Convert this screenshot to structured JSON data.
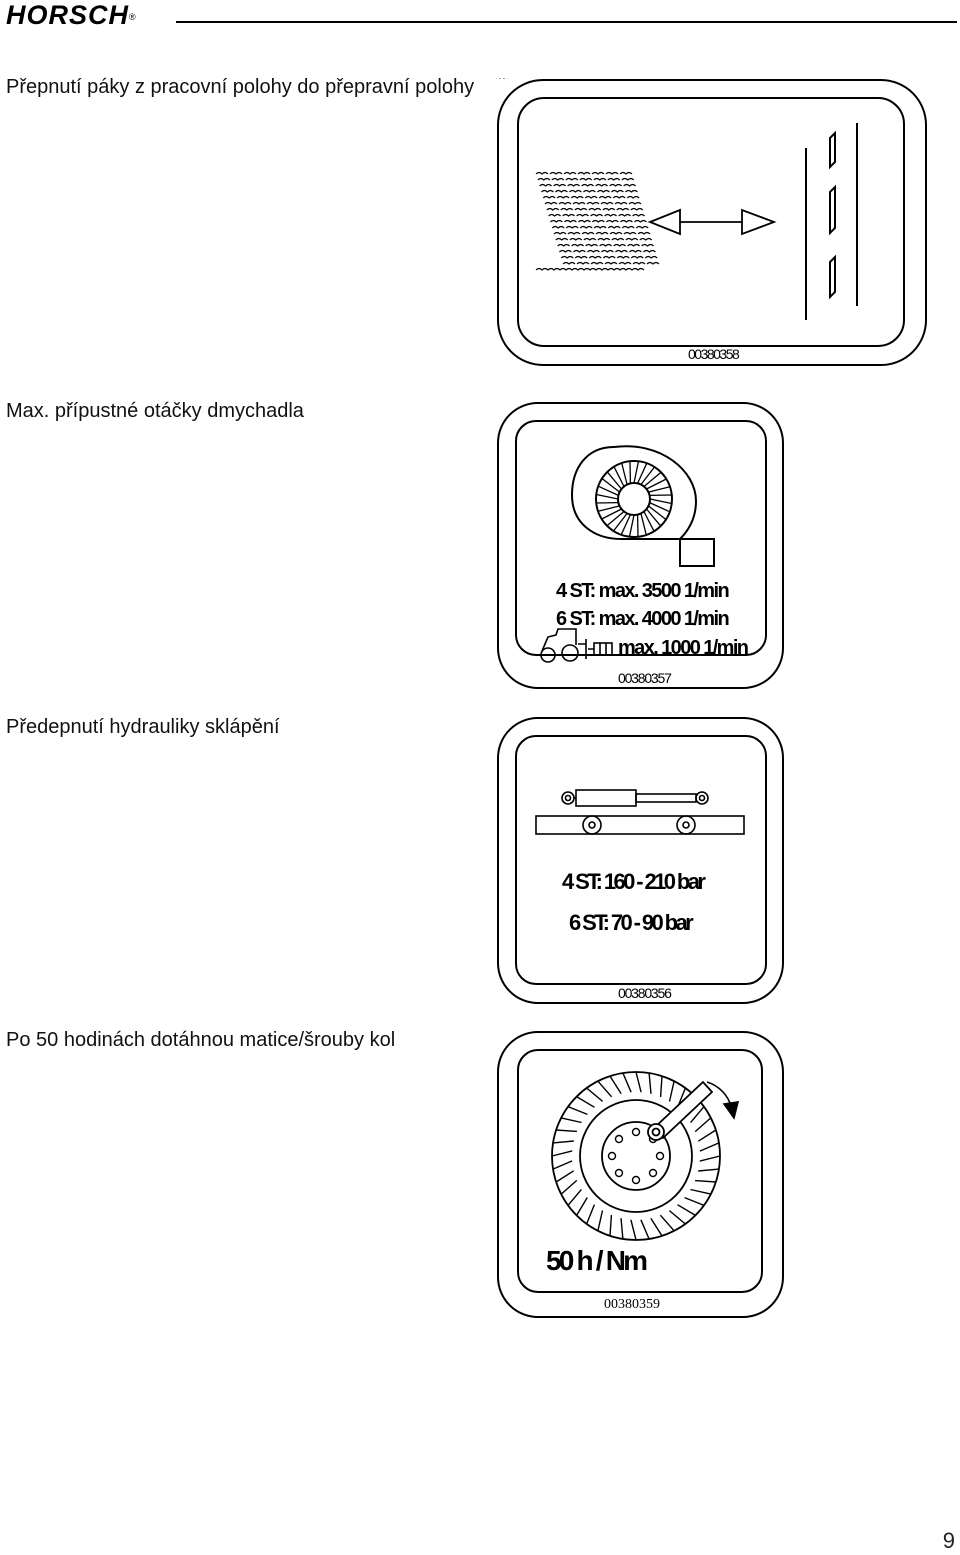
{
  "header": {
    "brand": "HORSCH",
    "registered": "®"
  },
  "sections": [
    {
      "caption": "Přepnutí páky z pracovní polohy do přepravní polohy",
      "code": "00380358"
    },
    {
      "caption": "Max. přípustné otáčky dmychadla",
      "lines": [
        "4 ST: max. 3500 1/min",
        "6 ST: max. 4000 1/min",
        "max. 1000 1/min"
      ],
      "code": "00380357"
    },
    {
      "caption": "Předepnutí hydrauliky sklápění",
      "lines": [
        "4 ST: 160 - 210 bar",
        "6 ST: 70 - 90 bar"
      ],
      "code": "00380356"
    },
    {
      "caption": "Po 50 hodinách dotáhnou matice/šrouby kol",
      "label": "50 h / Nm",
      "code": "00380359"
    }
  ],
  "page_number": "9"
}
